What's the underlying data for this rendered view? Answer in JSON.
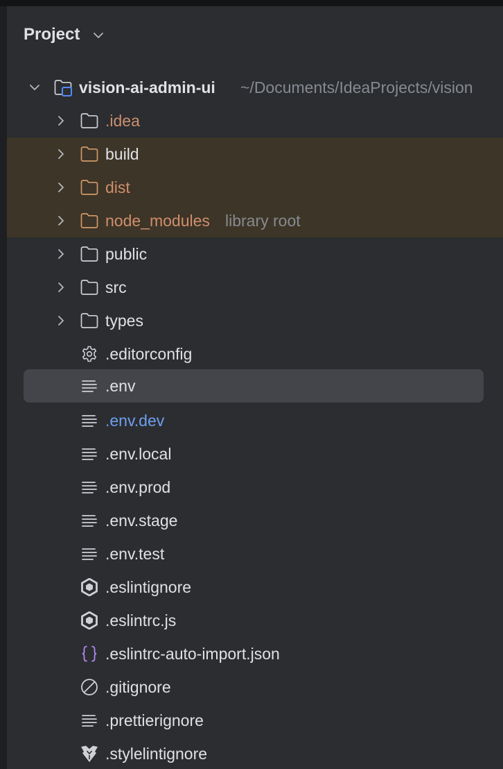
{
  "panel": {
    "title": "Project"
  },
  "colors": {
    "background": "#2b2d30",
    "text": "#dfe1e5",
    "excluded_text": "#cf8e6d",
    "excluded_row": "#3d3527",
    "modified_text": "#6f9ff0",
    "hint_text": "#868a91",
    "selection": "#43454a"
  },
  "tree": {
    "root": {
      "name": "vision-ai-admin-ui",
      "path": "~/Documents/IdeaProjects/vision",
      "icon": "module-folder-icon",
      "expanded": true
    },
    "folders": [
      {
        "name": ".idea",
        "icon": "folder-icon",
        "state": "excluded-text"
      },
      {
        "name": "build",
        "icon": "folder-icon",
        "state": "excluded"
      },
      {
        "name": "dist",
        "icon": "folder-icon",
        "state": "excluded"
      },
      {
        "name": "node_modules",
        "hint": "library root",
        "icon": "folder-icon",
        "state": "excluded"
      },
      {
        "name": "public",
        "icon": "folder-icon",
        "state": "normal"
      },
      {
        "name": "src",
        "icon": "folder-icon",
        "state": "normal"
      },
      {
        "name": "types",
        "icon": "folder-icon",
        "state": "normal"
      }
    ],
    "files": [
      {
        "name": ".editorconfig",
        "icon": "gear-icon"
      },
      {
        "name": ".env",
        "icon": "text-file-icon",
        "selected": true
      },
      {
        "name": ".env.dev",
        "icon": "text-file-icon",
        "state": "modified"
      },
      {
        "name": ".env.local",
        "icon": "text-file-icon"
      },
      {
        "name": ".env.prod",
        "icon": "text-file-icon"
      },
      {
        "name": ".env.stage",
        "icon": "text-file-icon"
      },
      {
        "name": ".env.test",
        "icon": "text-file-icon"
      },
      {
        "name": ".eslintignore",
        "icon": "eslint-icon"
      },
      {
        "name": ".eslintrc.js",
        "icon": "eslint-icon"
      },
      {
        "name": ".eslintrc-auto-import.json",
        "icon": "json-braces-icon"
      },
      {
        "name": ".gitignore",
        "icon": "ignore-file-icon"
      },
      {
        "name": ".prettierignore",
        "icon": "text-file-icon"
      },
      {
        "name": ".stylelintignore",
        "icon": "stylelint-icon"
      }
    ]
  }
}
